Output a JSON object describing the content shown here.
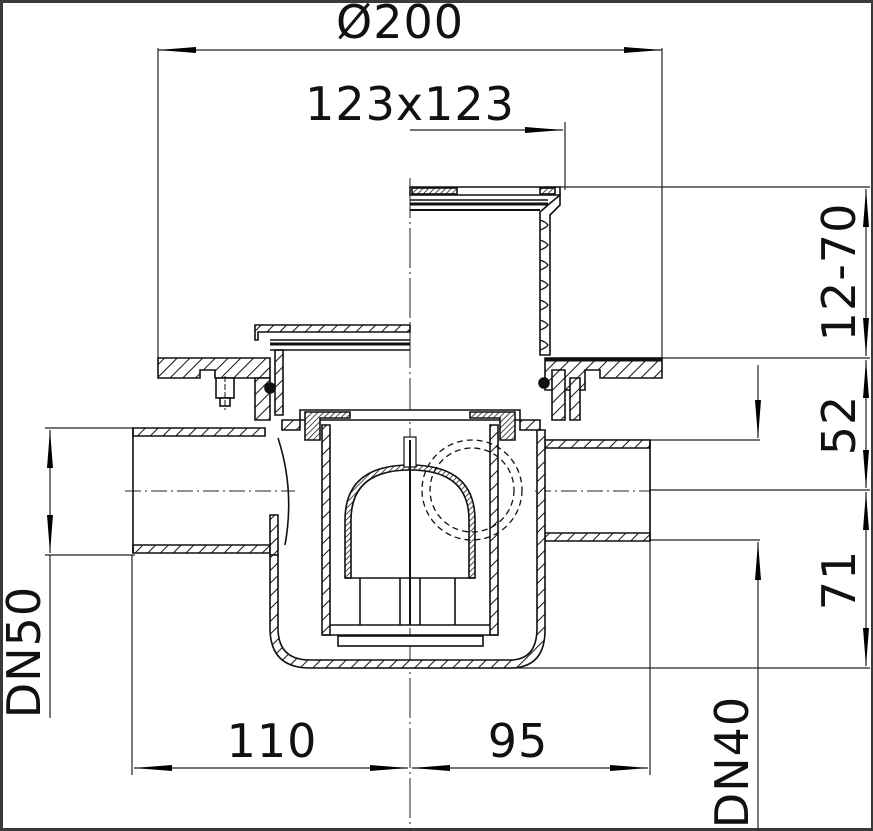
{
  "drawing": {
    "type": "technical section drawing",
    "subject": "floor drain with vertical outlet, side inlet and odour trap",
    "line_color": "#111111",
    "frame_color": "#3a3a3a",
    "background": "#ffffff"
  },
  "dimensions": {
    "flange_diameter": "Ø200",
    "grate_size": "123x123",
    "height_adjustment": "12-70",
    "depth_to_inlet": "52",
    "inlet_to_bottom": "71",
    "left_offset": "110",
    "right_offset": "95",
    "inlet_pipe": "DN50",
    "outlet_pipe": "DN40"
  },
  "labels": {
    "diameter_symbol": "Ø",
    "dn50": "DN50",
    "dn40": "DN40"
  }
}
